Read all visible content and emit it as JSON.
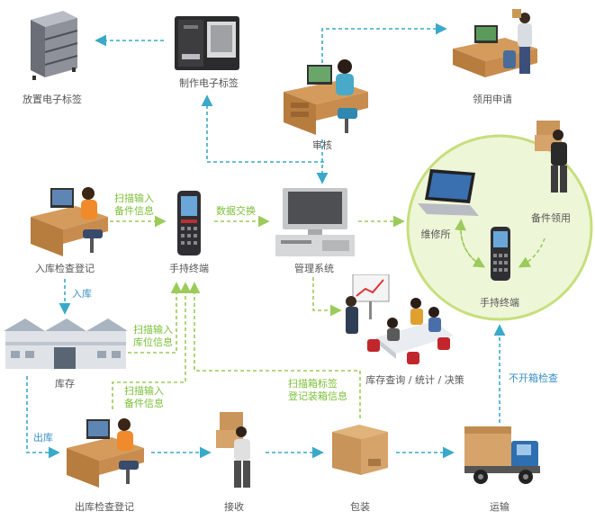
{
  "nodes": {
    "storage_label": "放置电子标签",
    "print_label": "制作电子标签",
    "apply_label": "领用申请",
    "audit_label": "审核",
    "inbound_check_label": "入库检查登记",
    "handheld_label": "手持终端",
    "mgmt_label": "管理系统",
    "repair_label": "维修所",
    "parts_use_label": "备件领用",
    "handheld2_label": "手持终端",
    "inventory_label": "库存",
    "query_label": "库存查询 / 统计 / 决策",
    "outbound_check_label": "出库检查登记",
    "receive_label": "接收",
    "pack_label": "包装",
    "transport_label": "运输"
  },
  "edges": {
    "scan_parts_1": "扫描输入",
    "scan_parts_2": "备件信息",
    "data_exchange": "数据交换",
    "inbound": "入库",
    "scan_loc_1": "扫描输入",
    "scan_loc_2": "库位信息",
    "outbound": "出库",
    "scan_parts2_1": "扫描输入",
    "scan_parts2_2": "备件信息",
    "scan_box_1": "扫描箱标签",
    "scan_box_2": "登记装箱信息",
    "no_open_check": "不开箱检查"
  },
  "colors": {
    "teal_arrow": "#3aa9c9",
    "green_arrow": "#9bcb5a",
    "circle_fill": "#eef6d8",
    "circle_stroke": "#c6df7c",
    "green_text": "#7cbf3a",
    "blue_text": "#3a8fc8"
  }
}
